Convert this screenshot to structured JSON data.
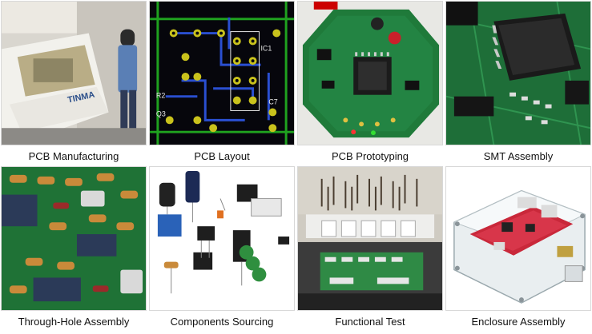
{
  "tiles": [
    {
      "caption": "PCB Manufacturing",
      "image": "pcb-manufacturing-machine-photo",
      "machine_label": "TINMA"
    },
    {
      "caption": "PCB Layout",
      "image": "pcb-layout-traces-photo",
      "labels": [
        "IC1",
        "R2",
        "Q3",
        "C7"
      ]
    },
    {
      "caption": "PCB Prototyping",
      "image": "pcb-prototype-board-photo"
    },
    {
      "caption": "SMT Assembly",
      "image": "smt-assembly-board-photo"
    },
    {
      "caption": "Through-Hole Assembly",
      "image": "through-hole-components-photo"
    },
    {
      "caption": "Components Sourcing",
      "image": "electronic-components-photo"
    },
    {
      "caption": "Functional Test",
      "image": "functional-test-fixture-photo"
    },
    {
      "caption": "Enclosure Assembly",
      "image": "acrylic-enclosure-photo"
    }
  ]
}
